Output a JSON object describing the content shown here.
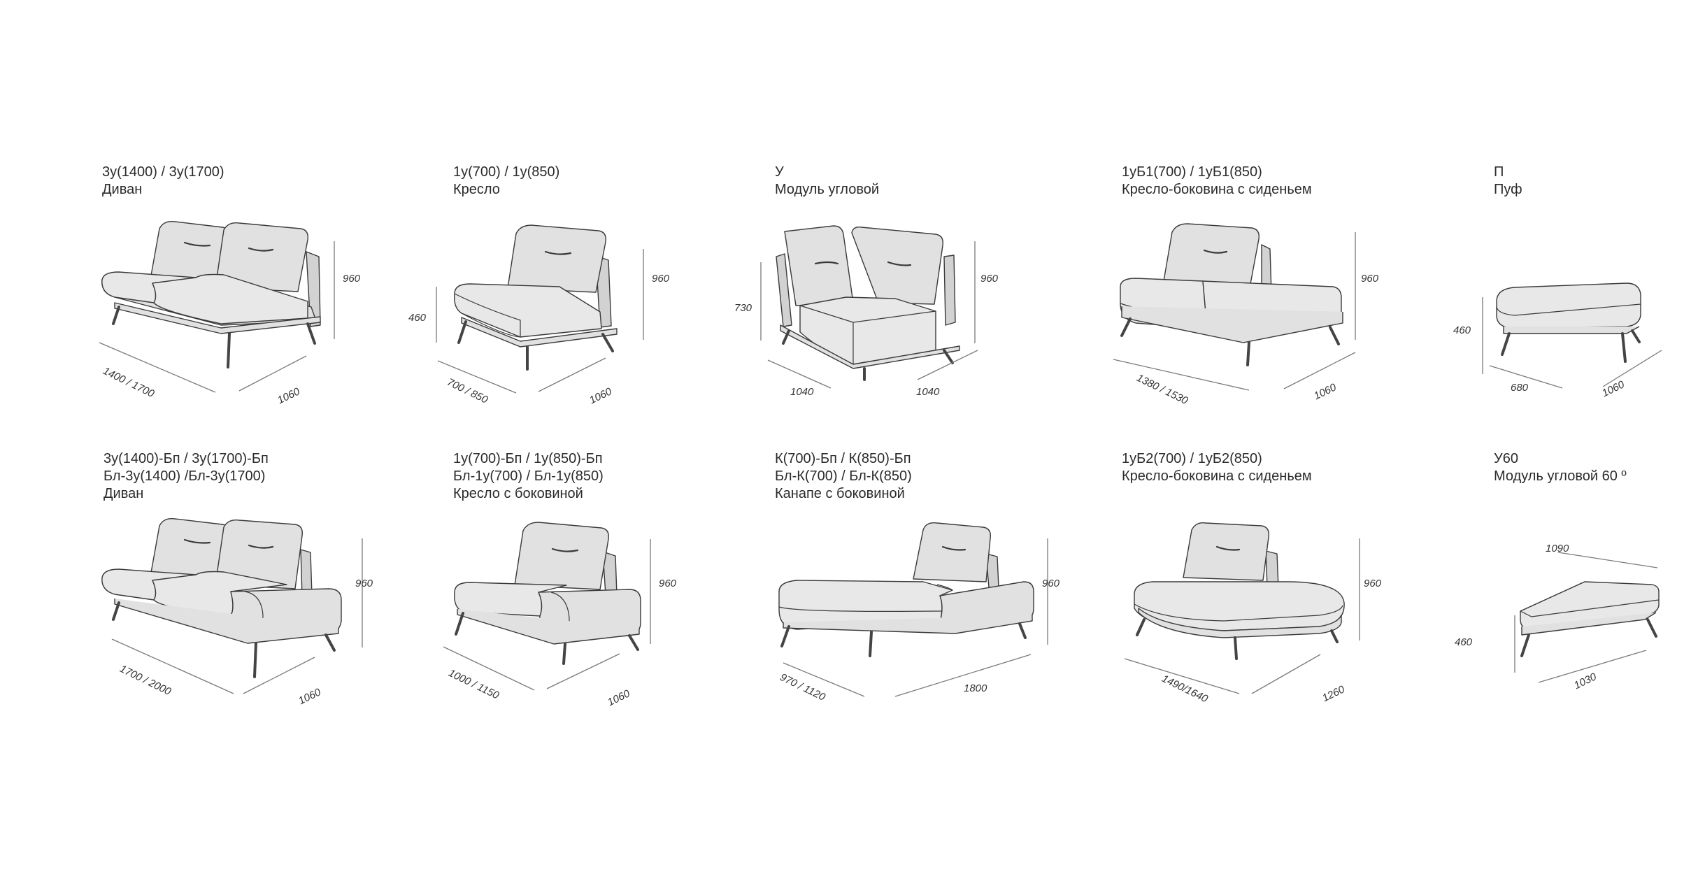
{
  "modules": [
    {
      "code": "3у(1400) / 3у(1700)",
      "name": "Диван",
      "dims": {
        "height": "960",
        "width": "1400 / 1700",
        "depth": "1060"
      }
    },
    {
      "code": "1у(700) / 1у(850)",
      "name": "Кресло",
      "dims": {
        "seat": "460",
        "height": "960",
        "width": "700 / 850",
        "depth": "1060"
      }
    },
    {
      "code": "У",
      "name": "Модуль угловой",
      "dims": {
        "seat": "730",
        "height": "960",
        "width": "1040",
        "depth": "1040"
      }
    },
    {
      "code": "1уБ1(700) / 1уБ1(850)",
      "name": "Кресло-боковина с сиденьем",
      "dims": {
        "height": "960",
        "width": "1380 / 1530",
        "depth": "1060"
      }
    },
    {
      "code": "П",
      "name": "Пуф",
      "dims": {
        "seat": "460",
        "width": "680",
        "depth": "1060"
      }
    },
    {
      "code": "3у(1400)-Бп  / 3у(1700)-Бп",
      "code2": "Бл-3у(1400)  /Бл-3у(1700)",
      "name": "Диван",
      "dims": {
        "height": "960",
        "width": "1700 / 2000",
        "depth": "1060"
      }
    },
    {
      "code": "1у(700)-Бп / 1у(850)-Бп",
      "code2": "Бл-1у(700)  / Бл-1у(850)",
      "name": "Кресло с боковиной",
      "dims": {
        "height": "960",
        "width": "1000 / 1150",
        "depth": "1060"
      }
    },
    {
      "code": "К(700)-Бп / К(850)-Бп",
      "code2": "Бл-К(700) / Бл-К(850)",
      "name": "Канапе с боковиной",
      "dims": {
        "height": "960",
        "width": "970 / 1120",
        "depth": "1800"
      }
    },
    {
      "code": "1уБ2(700) / 1уБ2(850)",
      "name": "Кресло-боковина с сиденьем",
      "dims": {
        "height": "960",
        "width": "1490/1640",
        "depth": "1260"
      }
    },
    {
      "code": "У60",
      "name": "Модуль угловой 60 º",
      "dims": {
        "seat": "460",
        "top": "1090",
        "depth": "1030"
      }
    }
  ]
}
